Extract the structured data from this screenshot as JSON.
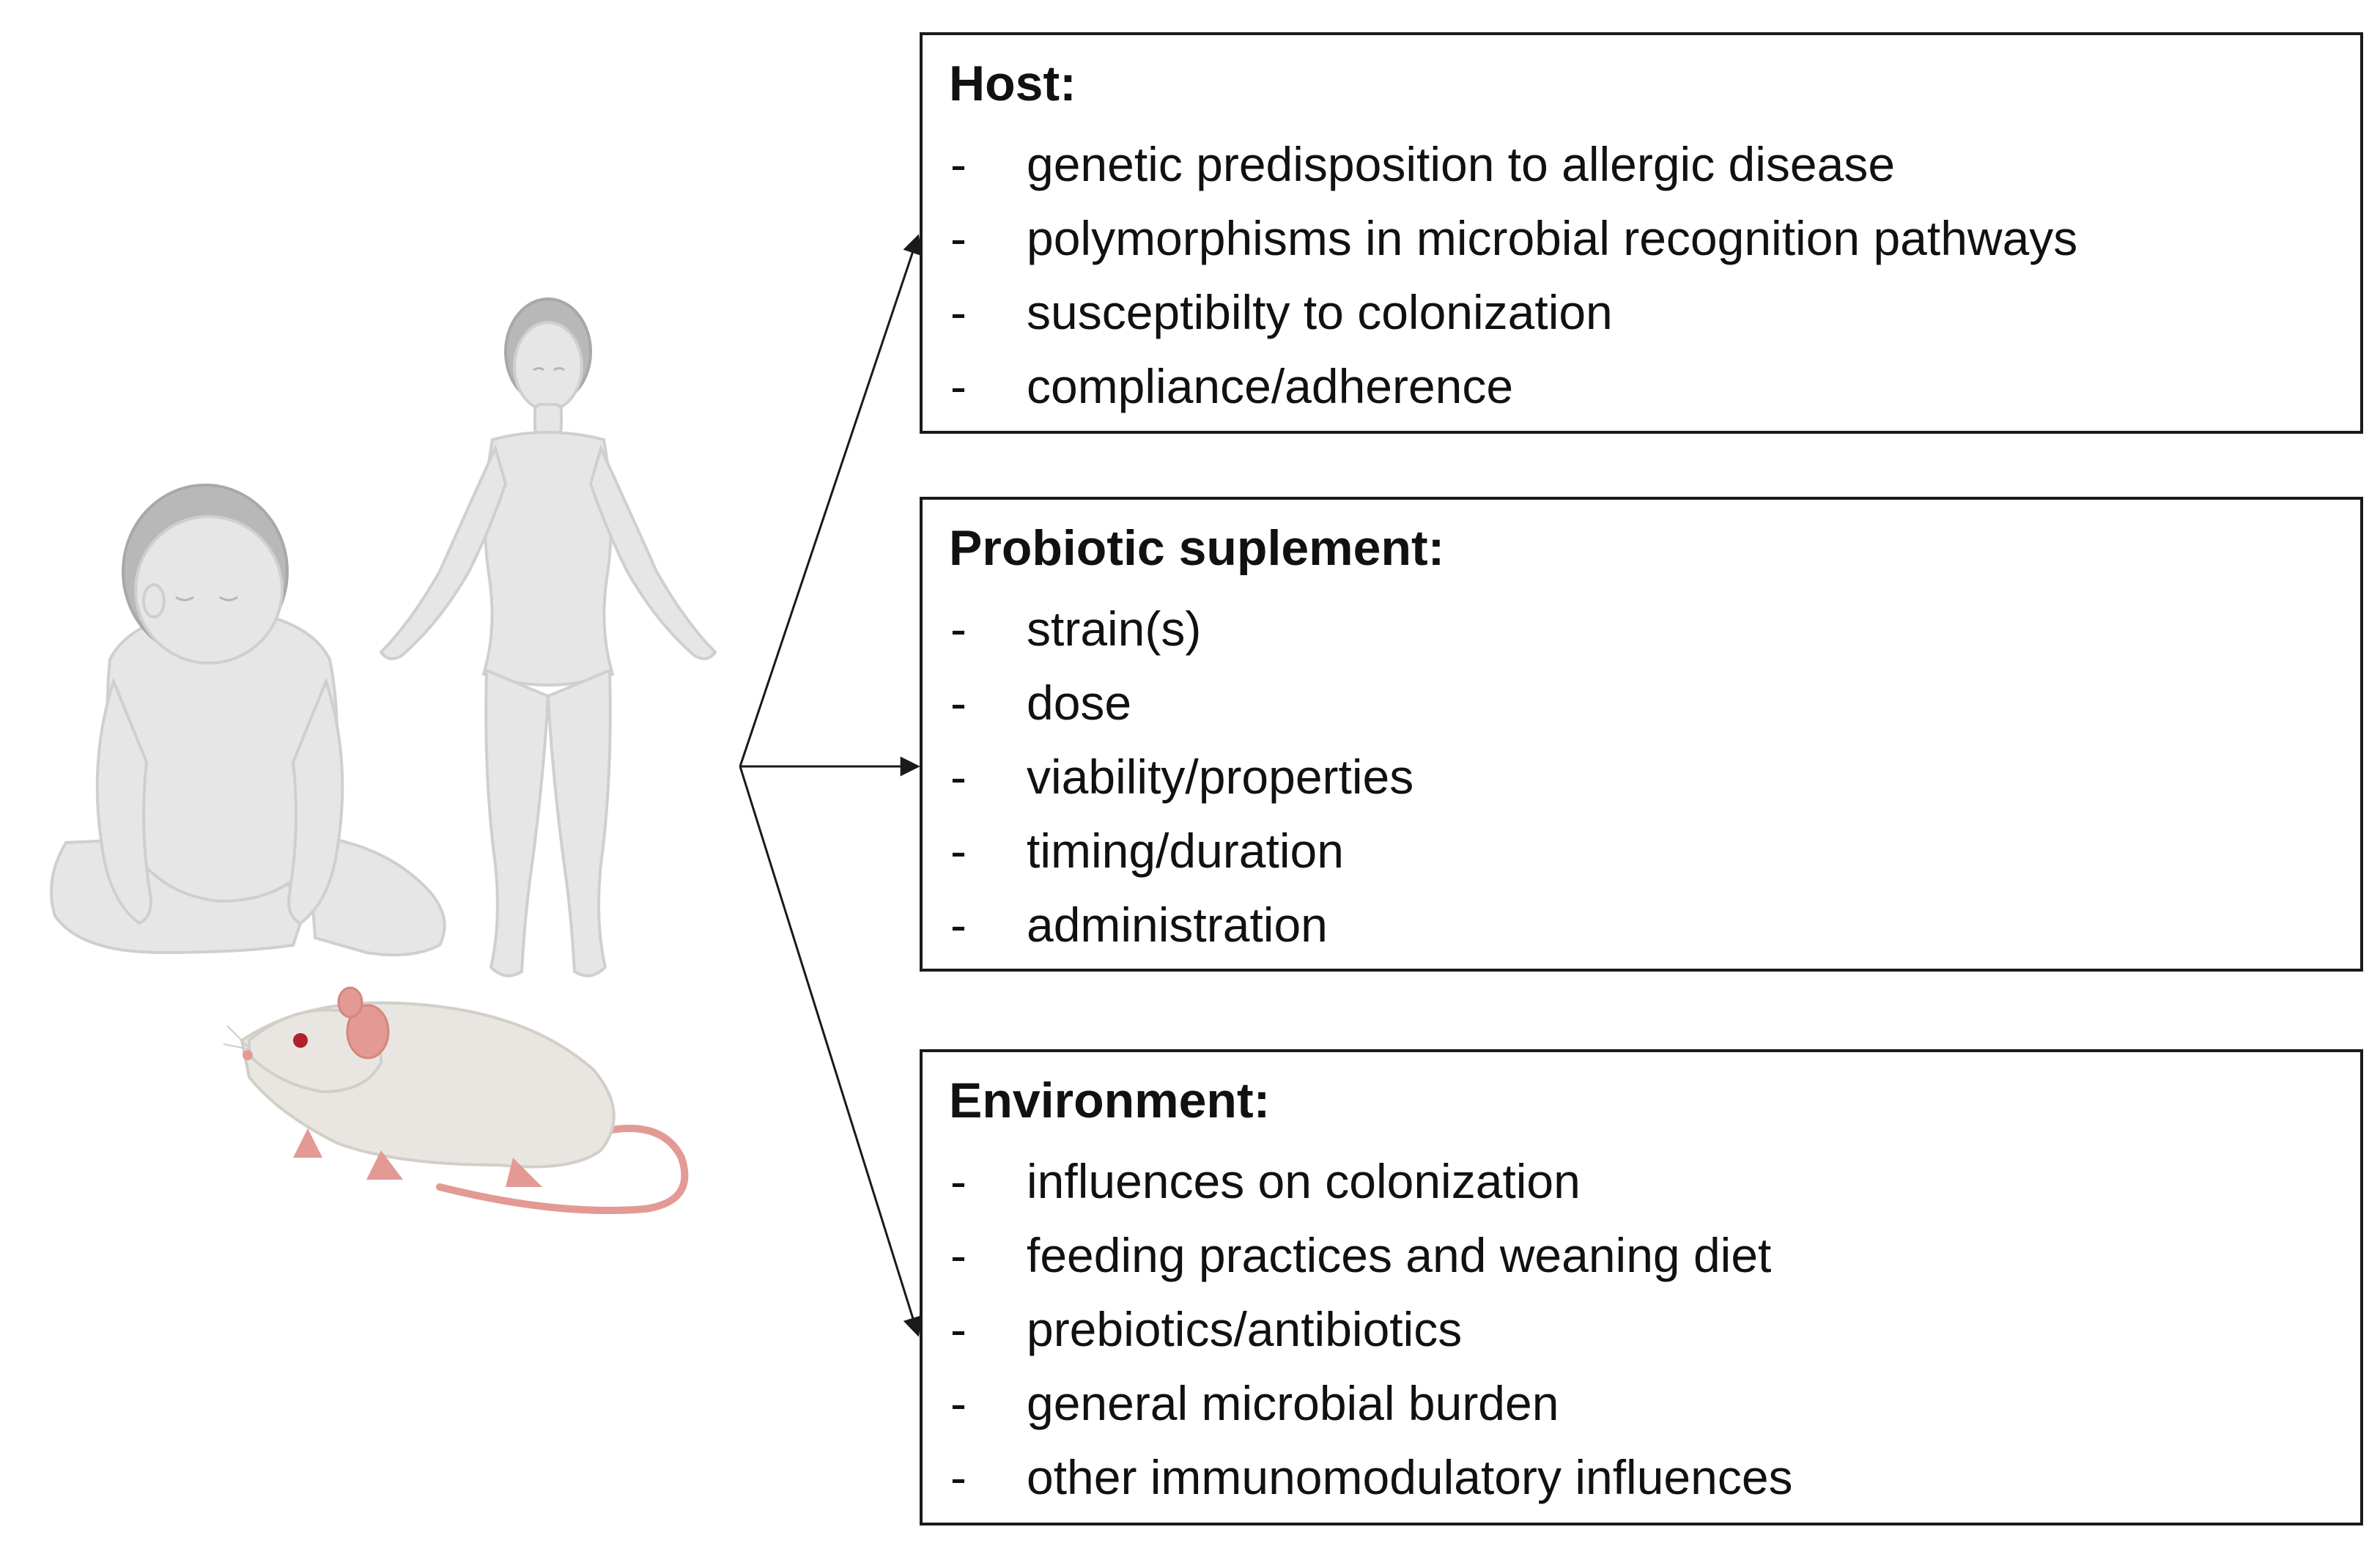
{
  "figure": {
    "icons": [
      "infant-icon",
      "adult-woman-icon",
      "mouse-icon"
    ],
    "colors": {
      "skin": "#e6e6e6",
      "skin_outline": "#cfcfcf",
      "hair": "#b8b8b8",
      "mouse_body": "#e9e6e2",
      "mouse_pink": "#e39a94",
      "mouse_eye": "#b0212a",
      "stroke": "#1a1a1a"
    }
  },
  "boxes": {
    "host": {
      "title": "Host:",
      "items": [
        "genetic predisposition to allergic disease",
        "polymorphisms in microbial recognition pathways",
        "susceptibilty to colonization",
        "compliance/adherence"
      ]
    },
    "probiotic": {
      "title": "Probiotic suplement:",
      "items": [
        "strain(s)",
        "dose",
        "viability/properties",
        "timing/duration",
        "administration"
      ]
    },
    "environment": {
      "title": "Environment:",
      "items": [
        "influences on colonization",
        "feeding practices and weaning diet",
        "prebiotics/antibiotics",
        "general microbial burden",
        "other immunomodulatory influences"
      ]
    }
  }
}
